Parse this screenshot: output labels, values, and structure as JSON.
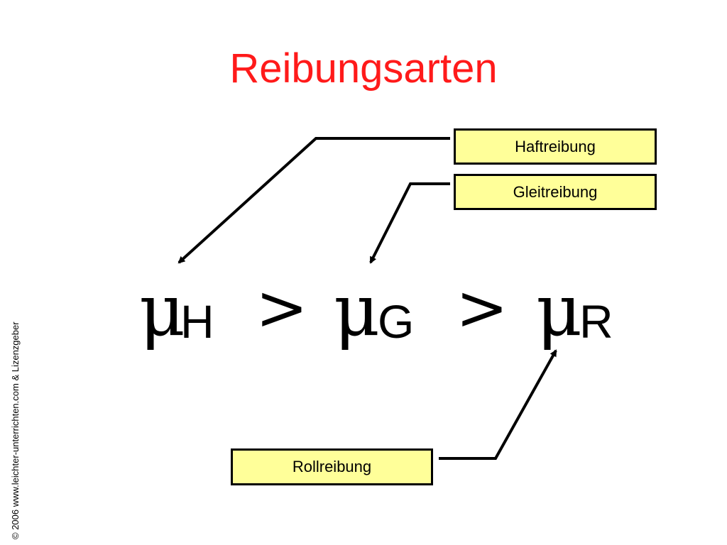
{
  "slide": {
    "title": "Reibungsarten",
    "labels": {
      "haft": "Haftreibung",
      "gleit": "Gleitreibung",
      "roll": "Rollreibung"
    },
    "formula": {
      "mu": "μ",
      "sub_h": "H",
      "sub_g": "G",
      "sub_r": "R",
      "greater": ">"
    },
    "copyright": "© 2006 www.leichter-unterrichten.com & Lizenzgeber"
  },
  "colors": {
    "title": "#ff1a1a",
    "box_fill": "#ffff99",
    "box_border": "#000000"
  }
}
